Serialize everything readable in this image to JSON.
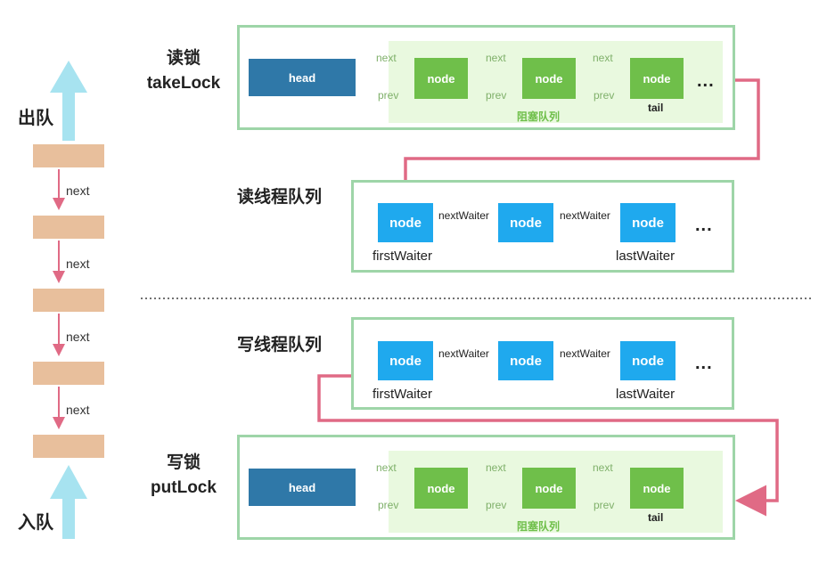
{
  "left": {
    "dequeue_label": "出队",
    "enqueue_label": "入队",
    "next_labels": [
      "next",
      "next",
      "next",
      "next"
    ]
  },
  "read_lock": {
    "title_cn": "读锁",
    "title_en": "takeLock",
    "head": "head",
    "nodes": [
      "node",
      "node",
      "node"
    ],
    "next_labels": [
      "next",
      "next",
      "next"
    ],
    "prev_labels": [
      "prev",
      "prev",
      "prev"
    ],
    "tail": "tail",
    "blocking_queue": "阻塞队列",
    "ellipsis": "..."
  },
  "read_thread_queue": {
    "title": "读线程队列",
    "nodes": [
      "node",
      "node",
      "node"
    ],
    "arrow_labels": [
      "nextWaiter",
      "nextWaiter"
    ],
    "first": "firstWaiter",
    "last": "lastWaiter",
    "ellipsis": "..."
  },
  "write_thread_queue": {
    "title": "写线程队列",
    "nodes": [
      "node",
      "node",
      "node"
    ],
    "arrow_labels": [
      "nextWaiter",
      "nextWaiter"
    ],
    "first": "firstWaiter",
    "last": "lastWaiter",
    "ellipsis": "..."
  },
  "write_lock": {
    "title_cn": "写锁",
    "title_en": "putLock",
    "head": "head",
    "nodes": [
      "node",
      "node",
      "node"
    ],
    "next_labels": [
      "next",
      "next",
      "next"
    ],
    "prev_labels": [
      "prev",
      "prev",
      "prev"
    ],
    "tail": "tail",
    "blocking_queue": "阻塞队列"
  },
  "colors": {
    "panel_border": "#9ed5a8",
    "green_node": "#6fbf4a",
    "blue_node": "#1fa9ee",
    "head_block": "#2f78a8",
    "connector": "#e06a85",
    "up_arrow": "#a7e3f0",
    "stack_block": "#e8bf9c"
  }
}
